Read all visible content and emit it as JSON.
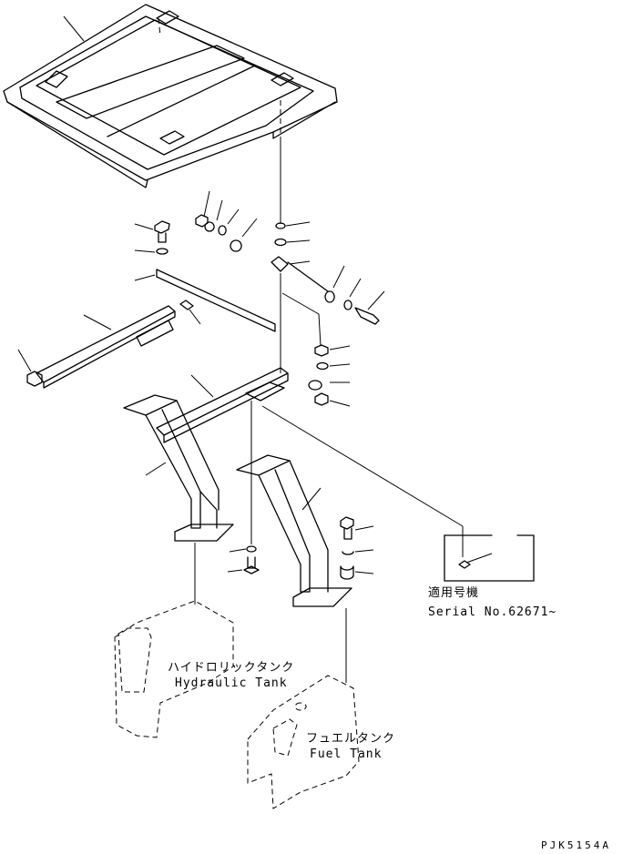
{
  "labels": {
    "serial_jp": "適用号機",
    "serial_en": "Serial No.62671~",
    "hydraulic_jp": "ハイドロリックタンク",
    "hydraulic_en": "Hydraulic Tank",
    "fuel_jp": "フュエルタンク",
    "fuel_en": "Fuel Tank",
    "drawing_code": "PJK5154A"
  }
}
